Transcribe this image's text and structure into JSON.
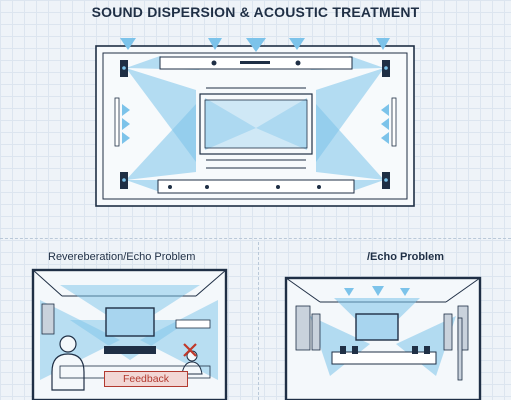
{
  "title": "SOUND DISPERSION & ACOUSTIC TREATMENT",
  "panels": {
    "left_title": "Revereberation/Echo Problem",
    "right_title": "/Echo Problem",
    "feedback_label": "Feedback"
  },
  "colors": {
    "line": "#1f2f45",
    "beam": "#7cc3ea",
    "beam_dark": "#4aa6d8",
    "panel_gray": "#c9d2dc",
    "warning": "#c0392b"
  },
  "icons": [
    "speaker-icon",
    "ceiling-speaker-icon",
    "microphone-icon",
    "cross-icon",
    "person-icon",
    "chair-icon"
  ]
}
